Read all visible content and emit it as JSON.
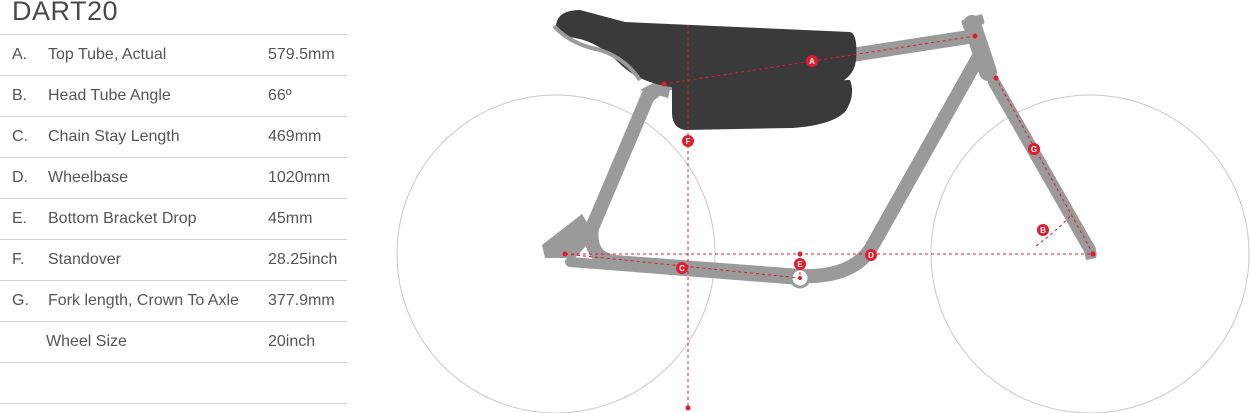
{
  "title": "DART20",
  "specs": [
    {
      "letter": "A.",
      "label": "Top Tube, Actual",
      "value": "579.5mm"
    },
    {
      "letter": "B.",
      "label": "Head Tube Angle",
      "value": "66º"
    },
    {
      "letter": "C.",
      "label": "Chain Stay Length",
      "value": "469mm"
    },
    {
      "letter": "D.",
      "label": "Wheelbase",
      "value": "1020mm"
    },
    {
      "letter": "E.",
      "label": "Bottom Bracket Drop",
      "value": "45mm"
    },
    {
      "letter": "F.",
      "label": "Standover",
      "value": "28.25inch"
    },
    {
      "letter": "G.",
      "label": "Fork length, Crown To Axle",
      "value": "377.9mm"
    },
    {
      "letter": "",
      "label": "Wheel Size",
      "value": "20inch"
    }
  ],
  "markers": {
    "a": "A",
    "b": "B",
    "c": "C",
    "d": "D",
    "e": "E",
    "f": "F",
    "g": "G"
  },
  "colors": {
    "frame": "#9a9a9a",
    "wheel": "#c8c8c8",
    "dimension": "#e21b2d",
    "saddle": "#3a3a3a"
  }
}
